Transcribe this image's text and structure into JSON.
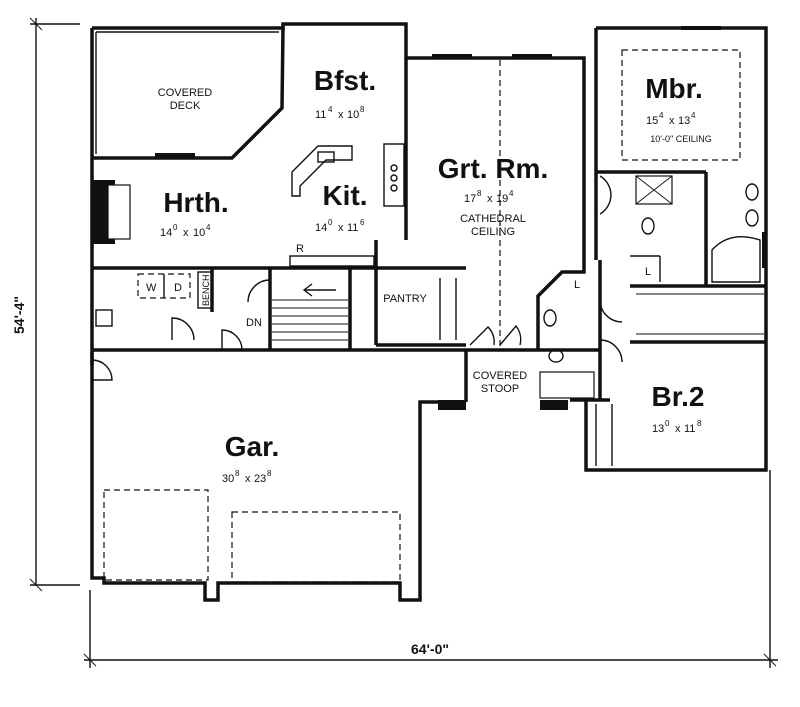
{
  "overall": {
    "depth": "54'-4\"",
    "width": "64'-0\""
  },
  "rooms": {
    "covered_deck": {
      "line1": "COVERED",
      "line2": "DECK"
    },
    "bfst": {
      "name": "Bfst.",
      "d1": "11",
      "s1": "4",
      "x": "x",
      "d2": "10",
      "s2": "8"
    },
    "hrth": {
      "name": "Hrth.",
      "d1": "14",
      "s1": "0",
      "x": "x",
      "d2": "10",
      "s2": "4"
    },
    "kit": {
      "name": "Kit.",
      "d1": "14",
      "s1": "0",
      "x": "x",
      "d2": "11",
      "s2": "6"
    },
    "grt_rm": {
      "name": "Grt. Rm.",
      "d1": "17",
      "s1": "8",
      "x": "x",
      "d2": "19",
      "s2": "4",
      "note1": "CATHEDRAL",
      "note2": "CEILING"
    },
    "mbr": {
      "name": "Mbr.",
      "d1": "15",
      "s1": "4",
      "x": "x",
      "d2": "13",
      "s2": "4",
      "note": "10'-0\" CEILING"
    },
    "br2": {
      "name": "Br.2",
      "d1": "13",
      "s1": "0",
      "x": "x",
      "d2": "11",
      "s2": "8"
    },
    "gar": {
      "name": "Gar.",
      "d1": "30",
      "s1": "8",
      "x": "x",
      "d2": "23",
      "s2": "8"
    },
    "covered_stoop": {
      "line1": "COVERED",
      "line2": "STOOP"
    },
    "pantry": {
      "name": "PANTRY"
    }
  },
  "labels": {
    "washer": "W",
    "dryer": "D",
    "bench": "BENCH",
    "down": "DN",
    "railing": "R",
    "linen1": "L",
    "linen2": "L"
  }
}
